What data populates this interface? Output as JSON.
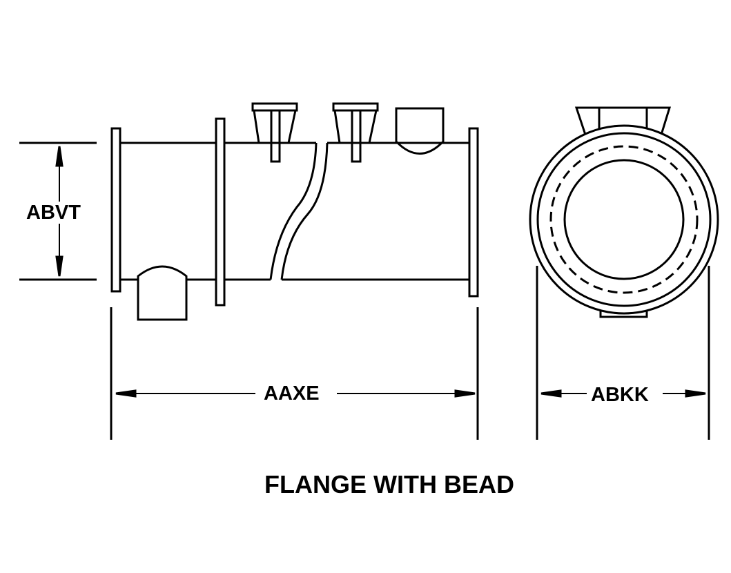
{
  "title": "FLANGE WITH BEAD",
  "dimensions": {
    "height": "ABVT",
    "length": "AAXE",
    "diameter": "ABKK"
  }
}
